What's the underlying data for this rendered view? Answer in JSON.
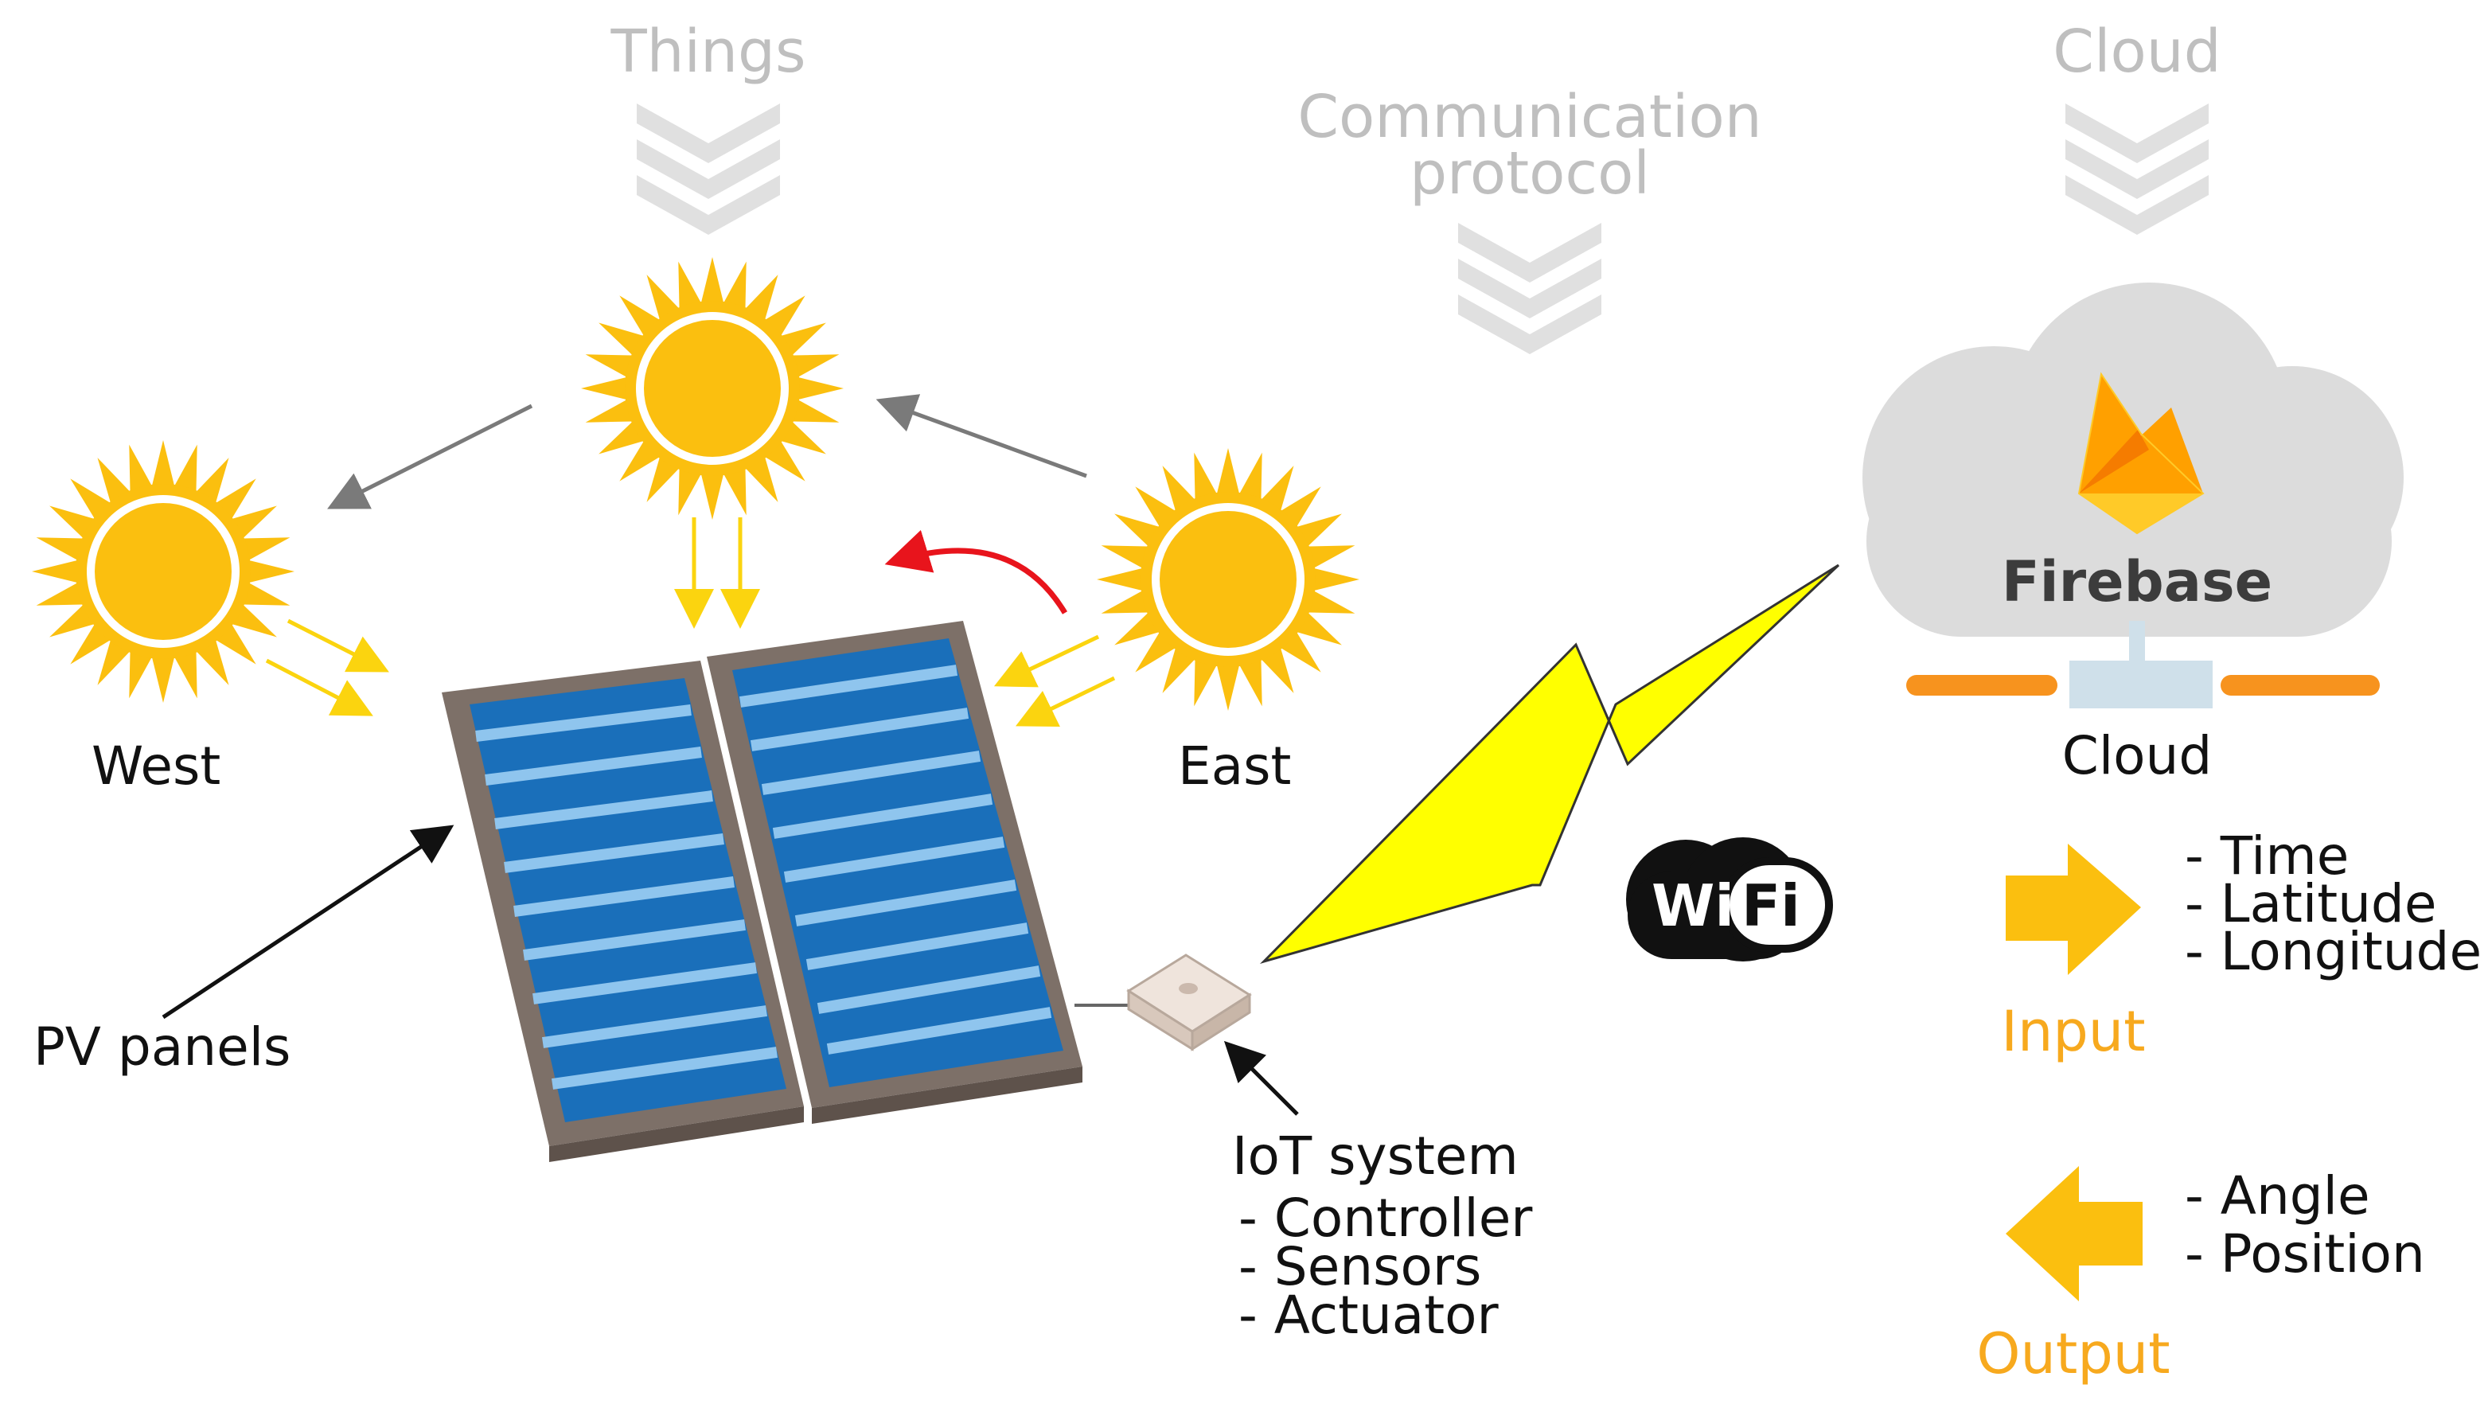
{
  "headers": {
    "things": "Things",
    "communication_line1": "Communication",
    "communication_line2": "protocol",
    "cloud": "Cloud"
  },
  "labels": {
    "west": "West",
    "east": "East",
    "pv_panels": "PV panels",
    "iot_title": "IoT system",
    "iot_items": [
      "- Controller",
      "- Sensors",
      "- Actuator"
    ],
    "cloud": "Cloud",
    "firebase": "Firebase",
    "wifi_left": "Wi",
    "wifi_right": "Fi"
  },
  "io": {
    "input_label": "Input",
    "input_items": [
      "- Time",
      "- Latitude",
      "- Longitude"
    ],
    "output_label": "Output",
    "output_items": [
      "- Angle",
      "- Position"
    ]
  },
  "colors": {
    "header_gray": "#bfbfbf",
    "accent_orange": "#f7a91e",
    "sun_yellow": "#fbbf0f",
    "lightning_yellow": "#ffff00",
    "panel_blue": "#1a6fba",
    "arrow_red": "#e8141c"
  }
}
